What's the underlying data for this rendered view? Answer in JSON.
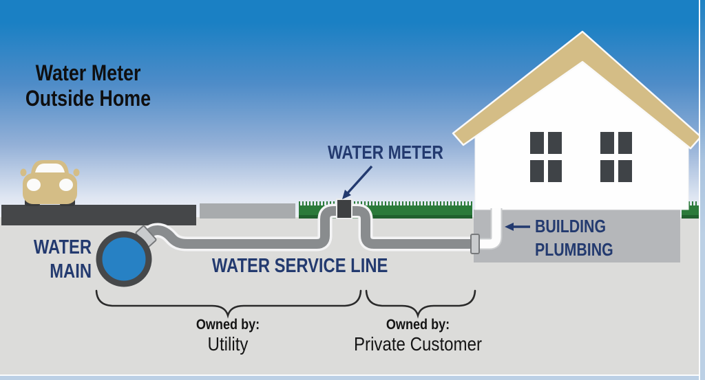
{
  "title": {
    "line1": "Water Meter",
    "line2": "Outside Home"
  },
  "labels": {
    "water_meter": "WATER METER",
    "water_main_line1": "WATER",
    "water_main_line2": "MAIN",
    "water_service_line": "WATER SERVICE LINE",
    "building_line1": "BUILDING",
    "building_line2": "PLUMBING"
  },
  "ownership": {
    "utility_heading": "Owned by:",
    "utility_value": "Utility",
    "private_heading": "Owned by:",
    "private_value": "Private Customer"
  },
  "colors": {
    "sky_top": "#1a80c4",
    "ground": "#dcdcda",
    "road": "#454749",
    "sidewalk": "#a8abad",
    "grass": "#2b7a3a",
    "foundation": "#b5b7ba",
    "pipe_gray": "#898c8e",
    "water_main_blue": "#2781c4",
    "meter_dark": "#3e4042",
    "roof_tan": "#d4bd86",
    "car_tan": "#d4bd86",
    "label_navy": "#233a6f",
    "border_blue": "#bcd0e5"
  }
}
